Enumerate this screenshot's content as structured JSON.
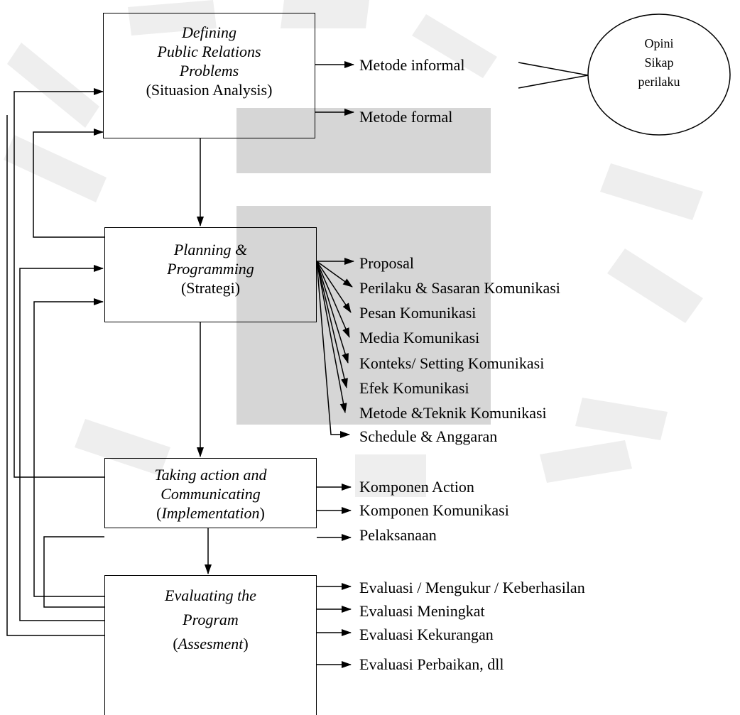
{
  "watermark": {
    "color": "#d6d6d6"
  },
  "boxes": {
    "define": {
      "title_lines": [
        "Defining",
        "Public Relations",
        "Problems"
      ],
      "subtitle": "(Situasion Analysis)"
    },
    "planning": {
      "title_lines": [
        "Planning &",
        "Programming"
      ],
      "subtitle": "(Strategi)"
    },
    "action": {
      "title_lines": [
        "Taking action and",
        "Communicating"
      ],
      "subtitle_open": "(",
      "subtitle_text": "Implementation",
      "subtitle_close": ")"
    },
    "evaluating": {
      "title_lines": [
        "Evaluating the",
        "Program"
      ],
      "subtitle_open": "(",
      "subtitle_text": "Assesment",
      "subtitle_close": ")"
    }
  },
  "define_outputs": [
    "Metode informal",
    "Metode formal"
  ],
  "oval_lines": [
    "Opini",
    "Sikap",
    "perilaku"
  ],
  "planning_outputs": [
    "Proposal",
    "Perilaku & Sasaran Komunikasi",
    "Pesan Komunikasi",
    "Media Komunikasi",
    "Konteks/ Setting Komunikasi",
    "Efek Komunikasi",
    "Metode &Teknik Komunikasi",
    "Schedule & Anggaran"
  ],
  "action_outputs": [
    "Komponen Action",
    "Komponen Komunikasi",
    "Pelaksanaan"
  ],
  "evaluating_outputs": [
    "Evaluasi / Mengukur / Keberhasilan",
    "Evaluasi Meningkat",
    "Evaluasi Kekurangan",
    "Evaluasi Perbaikan, dll"
  ]
}
